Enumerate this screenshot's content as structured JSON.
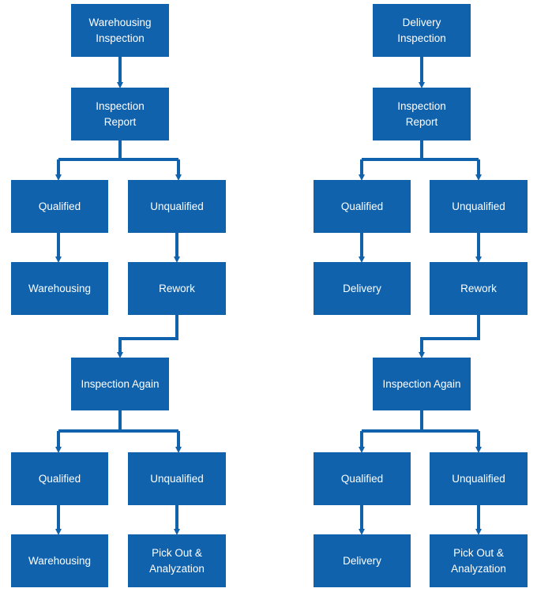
{
  "left": {
    "start": [
      "Warehousing",
      "Inspection"
    ],
    "report": [
      "Inspection",
      "Report"
    ],
    "qualified_1": "Qualified",
    "unqualified_1": "Unqualified",
    "outcome_1": "Warehousing",
    "rework": "Rework",
    "inspect_again": "Inspection Again",
    "qualified_2": "Qualified",
    "unqualified_2": "Unqualified",
    "outcome_2": "Warehousing",
    "pick_out": [
      "Pick Out &",
      "Analyzation"
    ]
  },
  "right": {
    "start": [
      "Delivery",
      "Inspection"
    ],
    "report": [
      "Inspection",
      "Report"
    ],
    "qualified_1": "Qualified",
    "unqualified_1": "Unqualified",
    "outcome_1": "Delivery",
    "rework": "Rework",
    "inspect_again": "Inspection Again",
    "qualified_2": "Qualified",
    "unqualified_2": "Unqualified",
    "outcome_2": "Delivery",
    "pick_out": [
      "Pick Out &",
      "Analyzation"
    ]
  },
  "colors": {
    "box_fill": "#1062ad",
    "arrow": "#1062ad",
    "text": "#ffffff"
  }
}
